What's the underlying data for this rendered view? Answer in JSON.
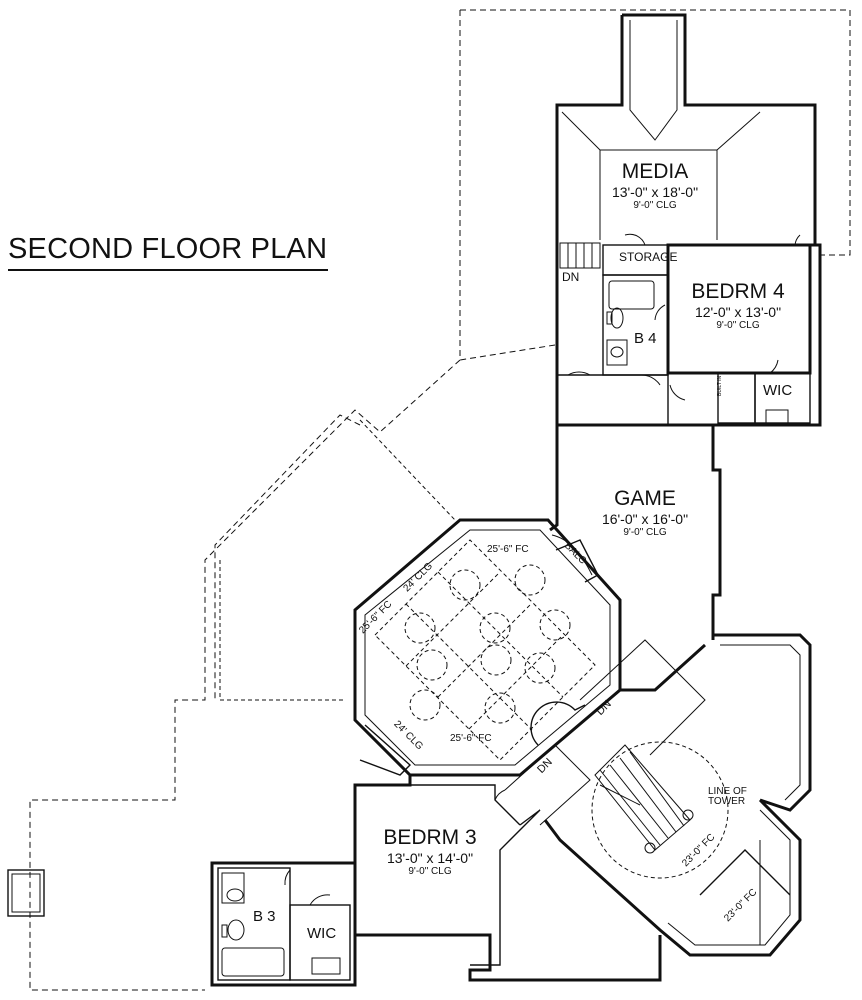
{
  "title": "SECOND FLOOR PLAN",
  "rooms": {
    "media": {
      "name": "MEDIA",
      "size": "13'-0\" x 18'-0\"",
      "clg": "9'-0\" CLG"
    },
    "bedrm4": {
      "name": "BEDRM 4",
      "size": "12'-0\" x 13'-0\"",
      "clg": "9'-0\" CLG"
    },
    "game": {
      "name": "GAME",
      "size": "16'-0\" x 16'-0\"",
      "clg": "9'-0\" CLG"
    },
    "bedrm3": {
      "name": "BEDRM 3",
      "size": "13'-0\" x 14'-0\"",
      "clg": "9'-0\" CLG"
    }
  },
  "labels": {
    "storage": "STORAGE",
    "b4": "B 4",
    "b3": "B 3",
    "wic_upper": "WIC",
    "wic_lower": "WIC",
    "dn_upper": "DN",
    "dn_stair1": "DN",
    "dn_stair2": "DN",
    "balc": "BALC",
    "built_in": "BUILT IN",
    "line_of_tower": "LINE OF TOWER",
    "fc_top": "25'-6\" FC",
    "fc_left": "25'-6\" FC",
    "fc_bottom": "25'-6\" FC",
    "clg_24_top": "24' CLG",
    "clg_24_bottom": "24' CLG",
    "fc_tower1": "23'-0\" FC",
    "fc_tower2": "23'-0\" FC"
  }
}
